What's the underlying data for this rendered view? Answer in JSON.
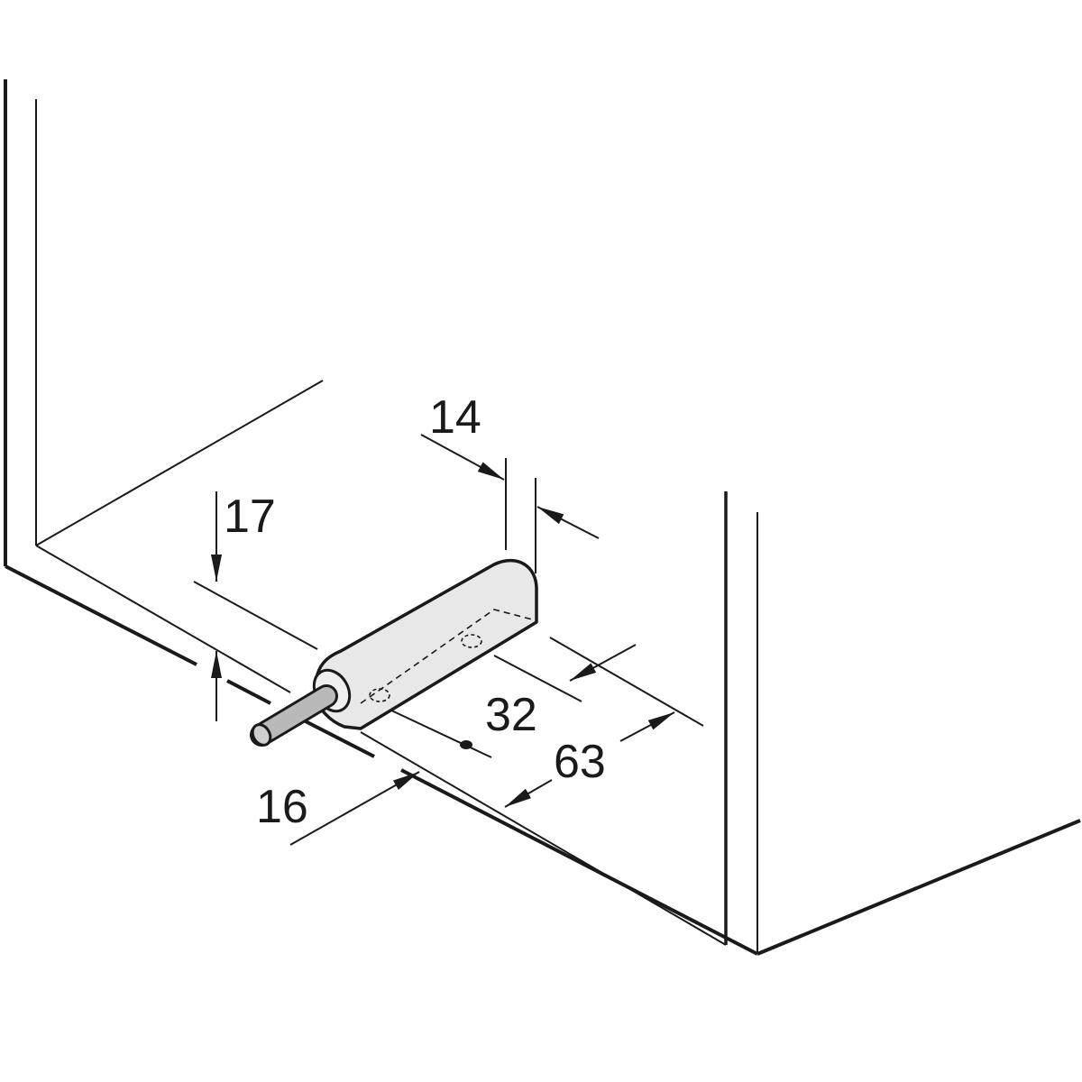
{
  "diagram": {
    "type": "isometric cabinet mounting drawing",
    "dimensions": {
      "height_17": "17",
      "width_14": "14",
      "hole_spacing_32": "32",
      "length_63": "63",
      "setback_16": "16"
    },
    "colors": {
      "line": "#1a1a1a",
      "body_fill": "#e8e8e8",
      "plunger_fill": "#b9b9b9"
    }
  }
}
